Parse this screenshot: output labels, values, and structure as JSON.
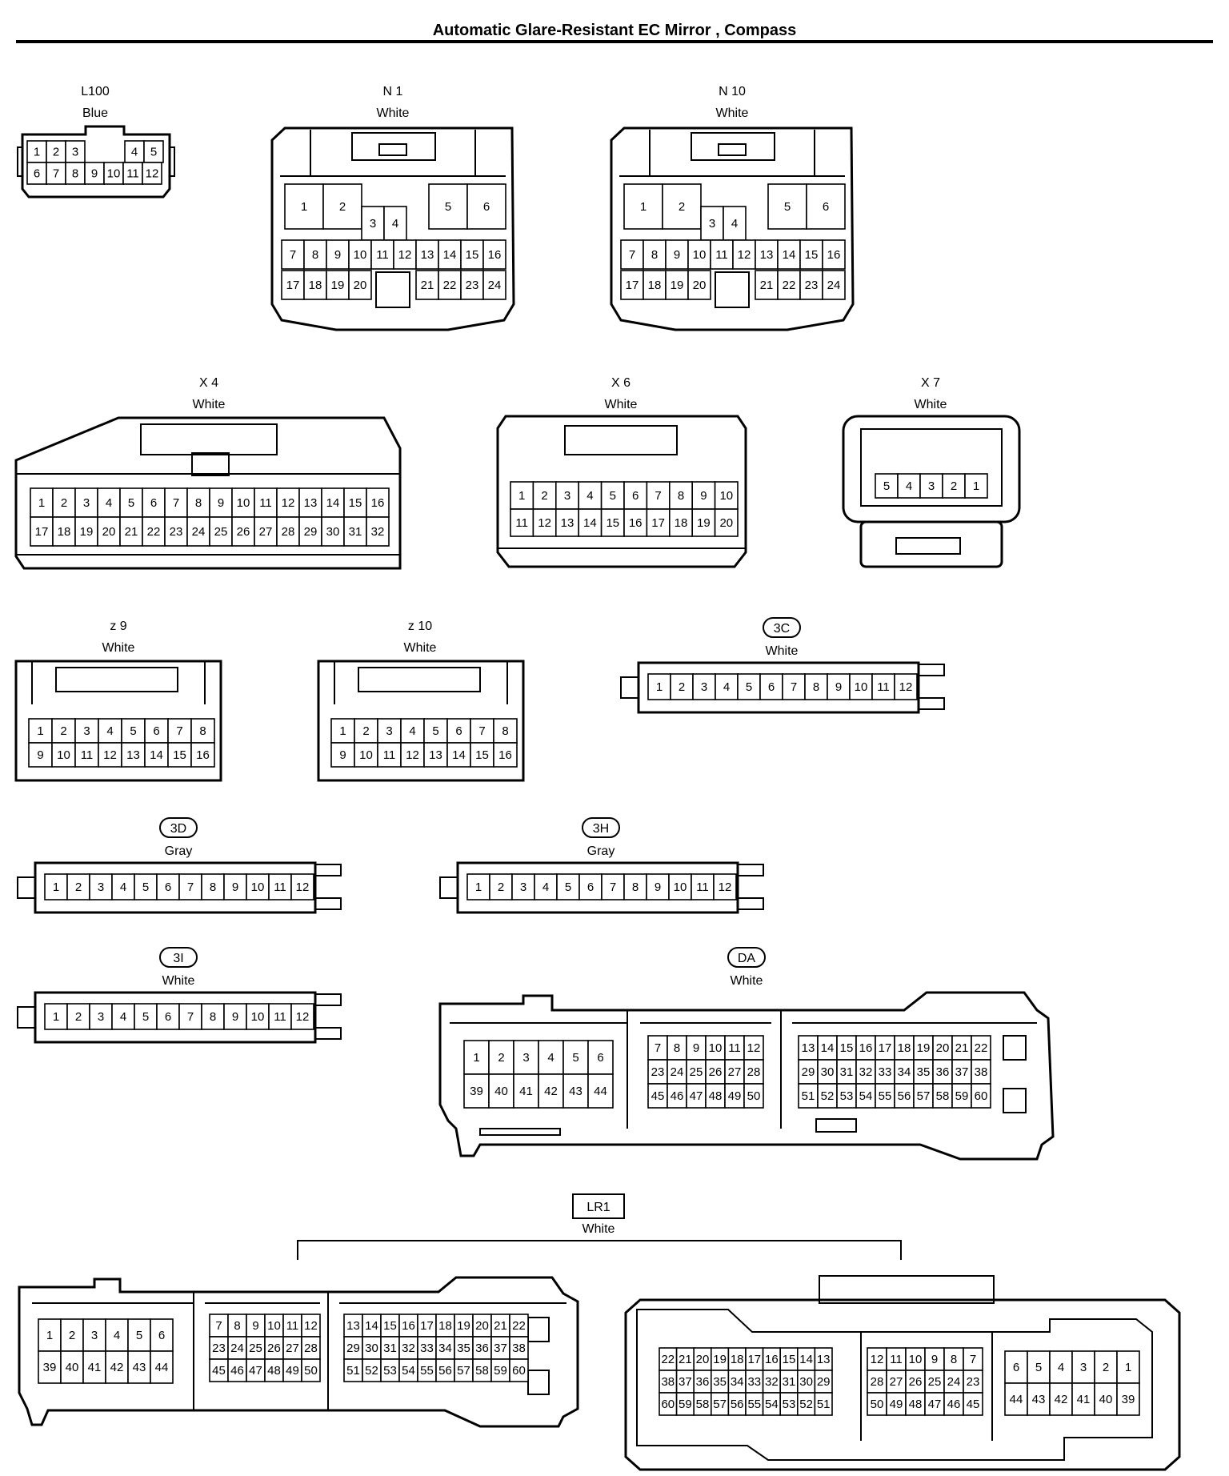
{
  "title": "Automatic Glare-Resistant EC Mirror , Compass",
  "connectors": [
    {
      "id": "L100",
      "color": "Blue",
      "rows": [
        [
          "1",
          "2",
          "3",
          "",
          "4",
          "5"
        ],
        [
          "6",
          "7",
          "8",
          "9",
          "10",
          "11",
          "12"
        ]
      ]
    },
    {
      "id": "N 1",
      "color": "White",
      "rows": [
        [
          "1",
          "2",
          "3",
          "4",
          "5",
          "6"
        ],
        [
          "7",
          "8",
          "9",
          "10",
          "11",
          "12",
          "13",
          "14",
          "15",
          "16"
        ],
        [
          "17",
          "18",
          "19",
          "20",
          "21",
          "22",
          "23",
          "24"
        ]
      ]
    },
    {
      "id": "N 10",
      "color": "White",
      "rows": [
        [
          "1",
          "2",
          "3",
          "4",
          "5",
          "6"
        ],
        [
          "7",
          "8",
          "9",
          "10",
          "11",
          "12",
          "13",
          "14",
          "15",
          "16"
        ],
        [
          "17",
          "18",
          "19",
          "20",
          "21",
          "22",
          "23",
          "24"
        ]
      ]
    },
    {
      "id": "X 4",
      "color": "White",
      "rows": [
        [
          "1",
          "2",
          "3",
          "4",
          "5",
          "6",
          "7",
          "8",
          "9",
          "10",
          "11",
          "12",
          "13",
          "14",
          "15",
          "16"
        ],
        [
          "17",
          "18",
          "19",
          "20",
          "21",
          "22",
          "23",
          "24",
          "25",
          "26",
          "27",
          "28",
          "29",
          "30",
          "31",
          "32"
        ]
      ]
    },
    {
      "id": "X 6",
      "color": "White",
      "rows": [
        [
          "1",
          "2",
          "3",
          "4",
          "5",
          "6",
          "7",
          "8",
          "9",
          "10"
        ],
        [
          "11",
          "12",
          "13",
          "14",
          "15",
          "16",
          "17",
          "18",
          "19",
          "20"
        ]
      ]
    },
    {
      "id": "X 7",
      "color": "White",
      "rows": [
        [
          "5",
          "4",
          "3",
          "2",
          "1"
        ]
      ]
    },
    {
      "id": "z 9",
      "color": "White",
      "rows": [
        [
          "1",
          "2",
          "3",
          "4",
          "5",
          "6",
          "7",
          "8"
        ],
        [
          "9",
          "10",
          "11",
          "12",
          "13",
          "14",
          "15",
          "16"
        ]
      ]
    },
    {
      "id": "z 10",
      "color": "White",
      "rows": [
        [
          "1",
          "2",
          "3",
          "4",
          "5",
          "6",
          "7",
          "8"
        ],
        [
          "9",
          "10",
          "11",
          "12",
          "13",
          "14",
          "15",
          "16"
        ]
      ]
    },
    {
      "id": "3C",
      "color": "White",
      "rows": [
        [
          "1",
          "2",
          "3",
          "4",
          "5",
          "6",
          "7",
          "8",
          "9",
          "10",
          "11",
          "12"
        ]
      ]
    },
    {
      "id": "3D",
      "color": "Gray",
      "rows": [
        [
          "1",
          "2",
          "3",
          "4",
          "5",
          "6",
          "7",
          "8",
          "9",
          "10",
          "11",
          "12"
        ]
      ]
    },
    {
      "id": "3H",
      "color": "Gray",
      "rows": [
        [
          "1",
          "2",
          "3",
          "4",
          "5",
          "6",
          "7",
          "8",
          "9",
          "10",
          "11",
          "12"
        ]
      ]
    },
    {
      "id": "3I",
      "color": "White",
      "rows": [
        [
          "1",
          "2",
          "3",
          "4",
          "5",
          "6",
          "7",
          "8",
          "9",
          "10",
          "11",
          "12"
        ]
      ]
    },
    {
      "id": "DA",
      "color": "White",
      "blocks": [
        [
          [
            "1",
            "2",
            "3",
            "4",
            "5",
            "6"
          ],
          [
            "39",
            "40",
            "41",
            "42",
            "43",
            "44"
          ]
        ],
        [
          [
            "7",
            "8",
            "9",
            "10",
            "11",
            "12"
          ],
          [
            "23",
            "24",
            "25",
            "26",
            "27",
            "28"
          ],
          [
            "45",
            "46",
            "47",
            "48",
            "49",
            "50"
          ]
        ],
        [
          [
            "13",
            "14",
            "15",
            "16",
            "17",
            "18",
            "19",
            "20",
            "21",
            "22"
          ],
          [
            "29",
            "30",
            "31",
            "32",
            "33",
            "34",
            "35",
            "36",
            "37",
            "38"
          ],
          [
            "51",
            "52",
            "53",
            "54",
            "55",
            "56",
            "57",
            "58",
            "59",
            "60"
          ]
        ]
      ]
    },
    {
      "id": "LR1",
      "color": "White",
      "left_view": [
        [
          [
            "1",
            "2",
            "3",
            "4",
            "5",
            "6"
          ],
          [
            "39",
            "40",
            "41",
            "42",
            "43",
            "44"
          ]
        ],
        [
          [
            "7",
            "8",
            "9",
            "10",
            "11",
            "12"
          ],
          [
            "23",
            "24",
            "25",
            "26",
            "27",
            "28"
          ],
          [
            "45",
            "46",
            "47",
            "48",
            "49",
            "50"
          ]
        ],
        [
          [
            "13",
            "14",
            "15",
            "16",
            "17",
            "18",
            "19",
            "20",
            "21",
            "22"
          ],
          [
            "29",
            "30",
            "31",
            "32",
            "33",
            "34",
            "35",
            "36",
            "37",
            "38"
          ],
          [
            "51",
            "52",
            "53",
            "54",
            "55",
            "56",
            "57",
            "58",
            "59",
            "60"
          ]
        ]
      ],
      "right_view": [
        [
          [
            "22",
            "21",
            "20",
            "19",
            "18",
            "17",
            "16",
            "15",
            "14",
            "13"
          ],
          [
            "38",
            "37",
            "36",
            "35",
            "34",
            "33",
            "32",
            "31",
            "30",
            "29"
          ],
          [
            "60",
            "59",
            "58",
            "57",
            "56",
            "55",
            "54",
            "53",
            "52",
            "51"
          ]
        ],
        [
          [
            "12",
            "11",
            "10",
            "9",
            "8",
            "7"
          ],
          [
            "28",
            "27",
            "26",
            "25",
            "24",
            "23"
          ],
          [
            "50",
            "49",
            "48",
            "47",
            "46",
            "45"
          ]
        ],
        [
          [
            "6",
            "5",
            "4",
            "3",
            "2",
            "1"
          ],
          [
            "44",
            "43",
            "42",
            "41",
            "40",
            "39"
          ]
        ]
      ]
    }
  ]
}
